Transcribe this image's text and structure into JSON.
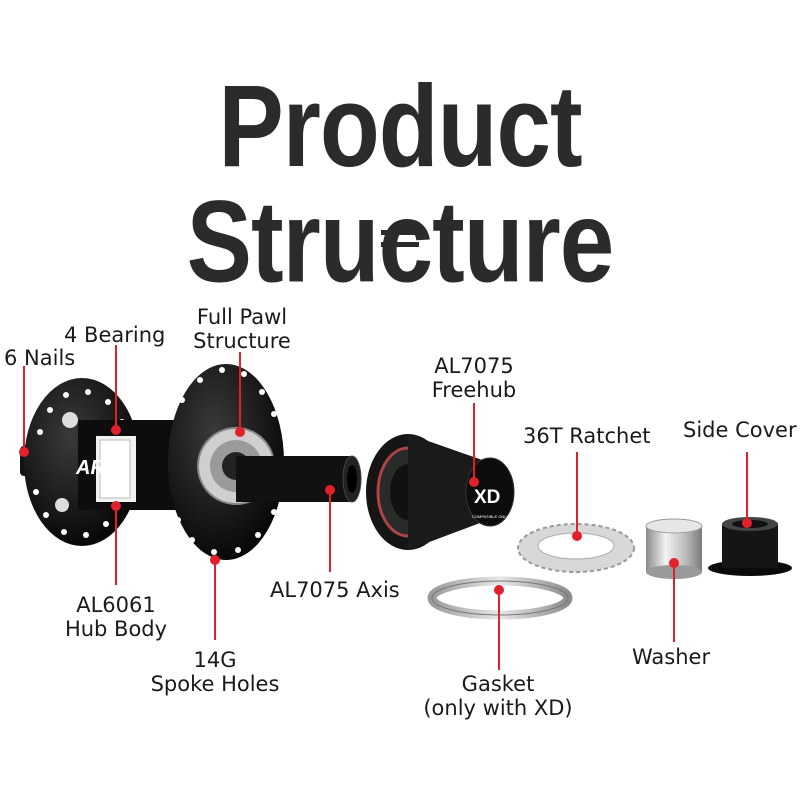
{
  "title": "Product Structure",
  "parts": {
    "nails": "6 Nails",
    "bearing": "4 Bearing",
    "pawl_1": "Full Pawl",
    "pawl_2": "Structure",
    "freehub_1": "AL7075",
    "freehub_2": "Freehub",
    "ratchet": "36T Ratchet",
    "side_cover": "Side Cover",
    "hub_body_1": "AL6061",
    "hub_body_2": "Hub Body",
    "spoke_1": "14G",
    "spoke_2": "Spoke Holes",
    "axis": "AL7075 Axis",
    "gasket_1": "Gasket",
    "gasket_2": "(only with XD)",
    "washer": "Washer"
  },
  "hub_logo": "ARC",
  "freehub_logo": "XD",
  "freehub_sublogo": "COMPATIBLE ONLY",
  "colors": {
    "callout": "#e0202a",
    "text": "#1a1a1a",
    "title": "#2b2b2b"
  }
}
